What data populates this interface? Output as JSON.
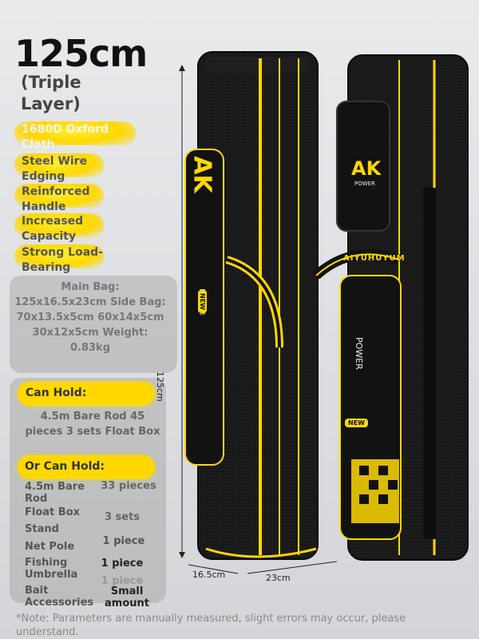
{
  "title": "125cm",
  "subtitle": "(Triple Layer)",
  "features": [
    "1680D Oxford Cloth",
    "Steel Wire Edging",
    "Reinforced Handle",
    "Increased Capacity",
    "Strong Load-Bearing"
  ],
  "specs": "Main Bag: 125x16.5x23cm Side Bag: 70x13.5x5cm 60x14x5cm 30x12x5cm Weight: 0.83kg",
  "can_hold": {
    "label": "Can Hold:",
    "text": "4.5m Bare Rod 45 pieces 3 sets Float Box"
  },
  "or_can_hold": {
    "label": "Or Can Hold:",
    "rows": [
      {
        "item": "4.5m Bare Rod",
        "qty": "33 pieces"
      },
      {
        "item": "Float Box",
        "qty": "3 sets"
      },
      {
        "item": "Stand",
        "qty": "1 piece"
      },
      {
        "item": "Net Pole",
        "qty": "1 piece"
      },
      {
        "item": "Fishing Umbrella",
        "qty": "1 piece"
      },
      {
        "item": "Bait Accessories",
        "qty": "Small amount"
      }
    ]
  },
  "dimensions": {
    "height": "125cm",
    "depth": "16.5cm",
    "width": "23cm"
  },
  "product": {
    "brand_logo": "AK",
    "brand_word": "POWER",
    "badge": "NEW",
    "band_text": "AIYUHUYUM"
  },
  "note": "*Note: Parameters are manually measured, slight errors may occur, please understand.",
  "colors": {
    "accent": "#ffd800",
    "bag": "#161616"
  }
}
